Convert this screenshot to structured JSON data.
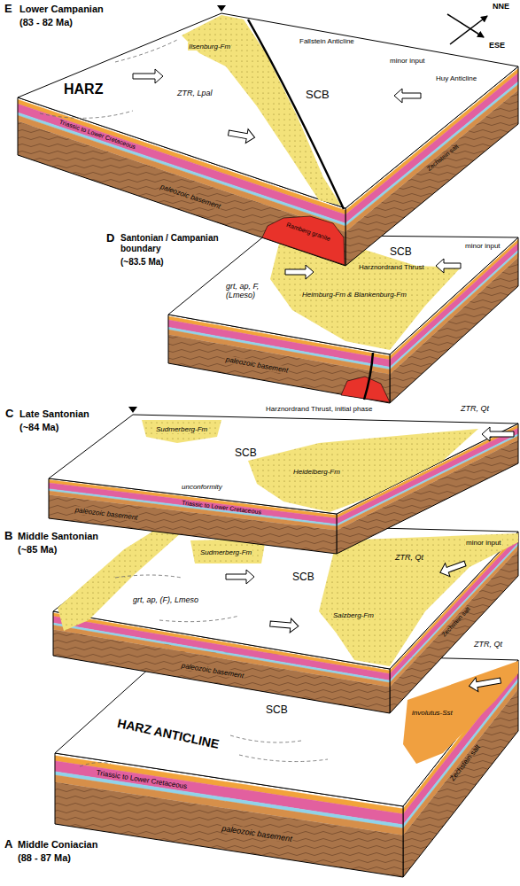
{
  "diagram": {
    "labels": [
      "E",
      "Lower Campanian",
      "(83 - 82 Ma)",
      "NNE",
      "ESE",
      "Fallstein Anticline",
      "minor input",
      "Huy Anticline",
      "HARZ",
      "Ilsenburg-Fm",
      "ZTR, Lpal",
      "SCB",
      "Triassic to Lower Cretaceous",
      "paleozoic basement",
      "Ramberg granite",
      "Harznordrand Thrust",
      "Zechstein salt",
      "D",
      "Santonian / Campanian boundary",
      "(~83.5 Ma)",
      "SCB",
      "minor input",
      "grt, ap, F, (Lmeso)",
      "Heimburg-Fm & Blankenburg-Fm",
      "paleozoic basement",
      "Harznordrand Thrust, initial phase",
      "C",
      "Late Santonian",
      "(~84 Ma)",
      "Sudmerberg-Fm",
      "SCB",
      "ZTR, Qt",
      "Heidelberg-Fm",
      "unconformity",
      "Triassic to Lower Cretaceous",
      "paleozoic basement",
      "B",
      "Middle Santonian",
      "(~85 Ma)",
      "Sudmerberg-Fm",
      "SCB",
      "ZTR, Qt",
      "minor input",
      "grt, ap, (F), Lmeso",
      "Salzberg-Fm",
      "Zechstein salt",
      "paleozoic basement",
      "A",
      "Middle Coniacian",
      "(88 - 87 Ma)",
      "SCB",
      "HARZ ANTICLINE",
      "involutus-Sst",
      "ZTR, Qt",
      "Triassic to Lower Cretaceous",
      "Zechstein salt",
      "paleozoic basement"
    ]
  }
}
